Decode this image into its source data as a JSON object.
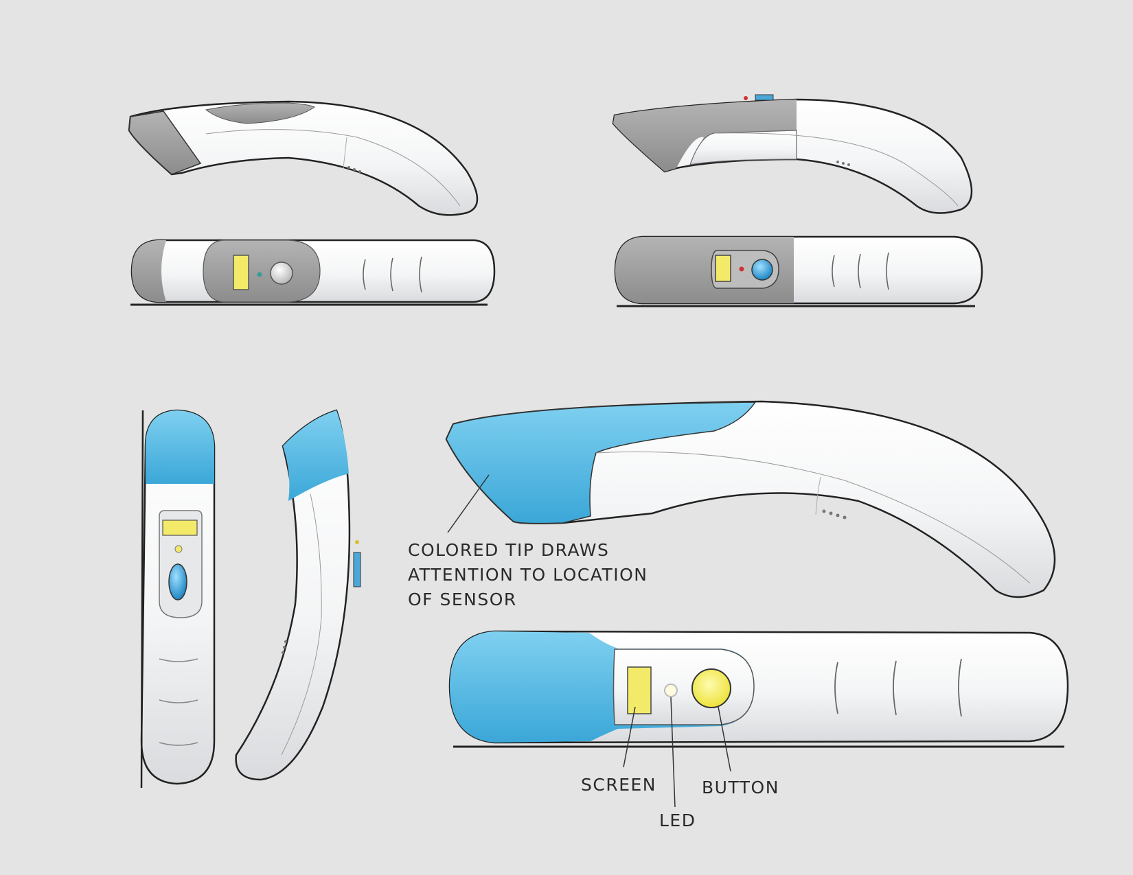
{
  "colors": {
    "background": "#e4e4e4",
    "body_white": "#f6f7f8",
    "grey_accent": "#9a9a9a",
    "blue_accent": "#5ab8e0",
    "screen_yellow": "#f2ea6a",
    "button_blue": "#3aa0d8",
    "button_yellow": "#f5ee55",
    "outline": "#222222"
  },
  "annotations": {
    "tip_note": {
      "line1": "COLORED TIP DRAWS",
      "line2": "ATTENTION TO LOCATION",
      "line3": "OF SENSOR"
    },
    "screen": "SCREEN",
    "led": "LED",
    "button": "BUTTON"
  }
}
